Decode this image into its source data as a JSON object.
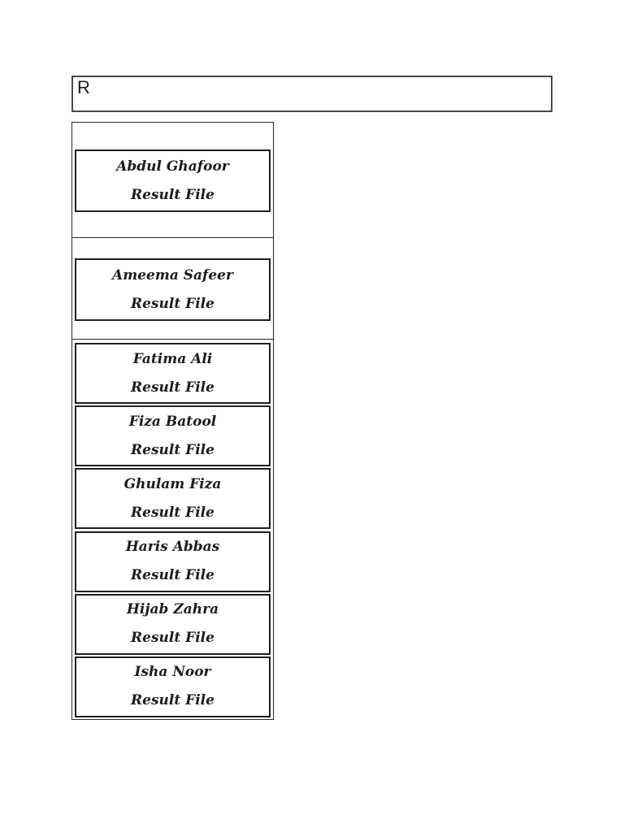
{
  "input": {
    "value": "R"
  },
  "list": {
    "items": [
      {
        "name": "Abdul Ghafoor",
        "label": "Result File"
      },
      {
        "name": "Ameema Safeer",
        "label": "Result File"
      },
      {
        "name": "Fatima Ali",
        "label": "Result File"
      },
      {
        "name": "Fiza Batool",
        "label": "Result File"
      },
      {
        "name": "Ghulam Fiza",
        "label": "Result File"
      },
      {
        "name": "Haris Abbas",
        "label": "Result File"
      },
      {
        "name": "Hijab Zahra",
        "label": "Result File"
      },
      {
        "name": "Isha Noor",
        "label": "Result File"
      }
    ]
  },
  "colors": {
    "background": "#ffffff",
    "box_border": "#1f1f1f",
    "container_border": "#2a2a2a",
    "input_border": "#4a4a4a",
    "text": "#1c1c1c"
  }
}
